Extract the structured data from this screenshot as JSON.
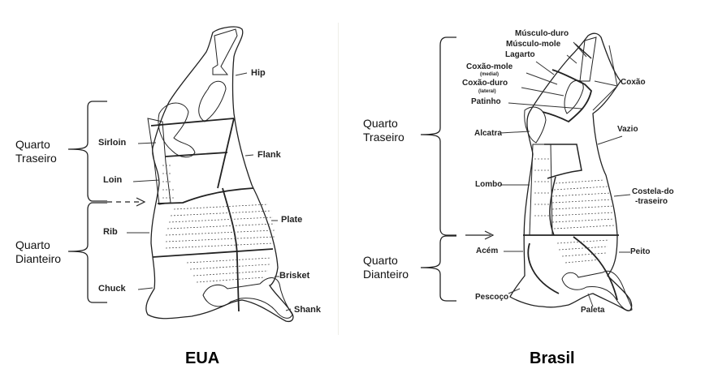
{
  "figure": {
    "panels": [
      {
        "id": "eua",
        "caption": "EUA",
        "quarters": {
          "hind": "Quarto\nTraseiro",
          "fore": "Quarto\nDianteiro"
        },
        "cuts": {
          "hip": "Hip",
          "sirloin": "Sirloin",
          "flank": "Flank",
          "loin": "Loin",
          "plate": "Plate",
          "rib": "Rib",
          "brisket": "Brisket",
          "chuck": "Chuck",
          "shank": "Shank"
        }
      },
      {
        "id": "brasil",
        "caption": "Brasil",
        "quarters": {
          "hind": "Quarto\nTraseiro",
          "fore": "Quarto\nDianteiro"
        },
        "cuts": {
          "musculo_duro": "Músculo-duro",
          "musculo_mole": "Músculo-mole",
          "lagarto": "Lagarto",
          "coxao_mole": "Coxão-mole",
          "coxao_mole_note": "(medial)",
          "coxao_duro": "Coxão-duro",
          "coxao_duro_note": "(lateral)",
          "patinho": "Patinho",
          "coxao": "Coxão",
          "alcatra": "Alcatra",
          "vazio": "Vazio",
          "lombo": "Lombo",
          "costela_do_traseiro_1": "Costela-do",
          "costela_do_traseiro_2": "-traseiro",
          "acem": "Acém",
          "peito": "Peito",
          "pescoco": "Pescoço",
          "paleta": "Paleta"
        }
      }
    ]
  }
}
